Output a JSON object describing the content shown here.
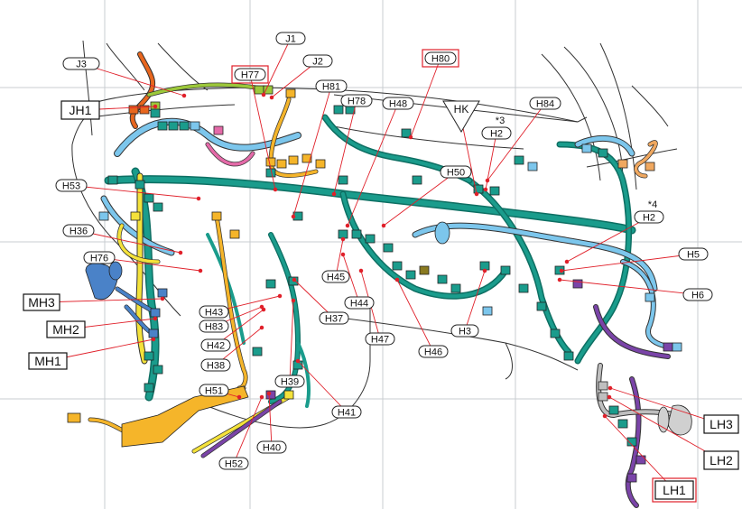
{
  "diagram": {
    "title": "Instrument panel wire harness connector locations",
    "colors": {
      "grid": "#c8ccd0",
      "outline": "#333333",
      "leader": "#e0202a",
      "teal": "#1a9c8c",
      "teal_dark": "#0e6f63",
      "light_blue": "#7cc6ec",
      "blue": "#4a82c8",
      "yellow": "#f4e23a",
      "orange_yellow": "#f5b52a",
      "orange": "#e8661e",
      "lime": "#9cc83a",
      "pink": "#e46aa8",
      "purple": "#7a44a8",
      "gray": "#bfbfbf",
      "tan": "#f0a860",
      "olive": "#8a7a20"
    },
    "callouts": [
      {
        "id": "J3",
        "label": "J3",
        "style": "pill"
      },
      {
        "id": "JH1",
        "label": "JH1",
        "style": "box"
      },
      {
        "id": "J1",
        "label": "J1",
        "style": "pill"
      },
      {
        "id": "J2",
        "label": "J2",
        "style": "pill"
      },
      {
        "id": "H77",
        "label": "H77",
        "style": "pill-highlight"
      },
      {
        "id": "H81",
        "label": "H81",
        "style": "pill"
      },
      {
        "id": "H78",
        "label": "H78",
        "style": "pill"
      },
      {
        "id": "H48",
        "label": "H48",
        "style": "pill"
      },
      {
        "id": "H80",
        "label": "H80",
        "style": "pill-highlight"
      },
      {
        "id": "HK",
        "label": "HK",
        "style": "triangle"
      },
      {
        "id": "H2a",
        "label": "H2",
        "style": "pill",
        "note": "*3"
      },
      {
        "id": "H84",
        "label": "H84",
        "style": "pill"
      },
      {
        "id": "H50",
        "label": "H50",
        "style": "pill"
      },
      {
        "id": "H53",
        "label": "H53",
        "style": "pill"
      },
      {
        "id": "H36",
        "label": "H36",
        "style": "pill"
      },
      {
        "id": "H76",
        "label": "H76",
        "style": "pill"
      },
      {
        "id": "MH3",
        "label": "MH3",
        "style": "box"
      },
      {
        "id": "MH2",
        "label": "MH2",
        "style": "box"
      },
      {
        "id": "MH1",
        "label": "MH1",
        "style": "box"
      },
      {
        "id": "H2b",
        "label": "H2",
        "style": "pill",
        "note": "*4"
      },
      {
        "id": "H5",
        "label": "H5",
        "style": "pill"
      },
      {
        "id": "H6",
        "label": "H6",
        "style": "pill"
      },
      {
        "id": "H45",
        "label": "H45",
        "style": "pill"
      },
      {
        "id": "H44",
        "label": "H44",
        "style": "pill"
      },
      {
        "id": "H37",
        "label": "H37",
        "style": "pill"
      },
      {
        "id": "H43",
        "label": "H43",
        "style": "pill"
      },
      {
        "id": "H83",
        "label": "H83",
        "style": "pill"
      },
      {
        "id": "H42",
        "label": "H42",
        "style": "pill"
      },
      {
        "id": "H38",
        "label": "H38",
        "style": "pill"
      },
      {
        "id": "H51",
        "label": "H51",
        "style": "pill"
      },
      {
        "id": "H39",
        "label": "H39",
        "style": "pill"
      },
      {
        "id": "H47",
        "label": "H47",
        "style": "pill"
      },
      {
        "id": "H46",
        "label": "H46",
        "style": "pill"
      },
      {
        "id": "H3",
        "label": "H3",
        "style": "pill"
      },
      {
        "id": "H41",
        "label": "H41",
        "style": "pill"
      },
      {
        "id": "H40",
        "label": "H40",
        "style": "pill"
      },
      {
        "id": "H52",
        "label": "H52",
        "style": "pill"
      },
      {
        "id": "LH3",
        "label": "LH3",
        "style": "box"
      },
      {
        "id": "LH2",
        "label": "LH2",
        "style": "box"
      },
      {
        "id": "LH1",
        "label": "LH1",
        "style": "box-highlight"
      }
    ]
  }
}
